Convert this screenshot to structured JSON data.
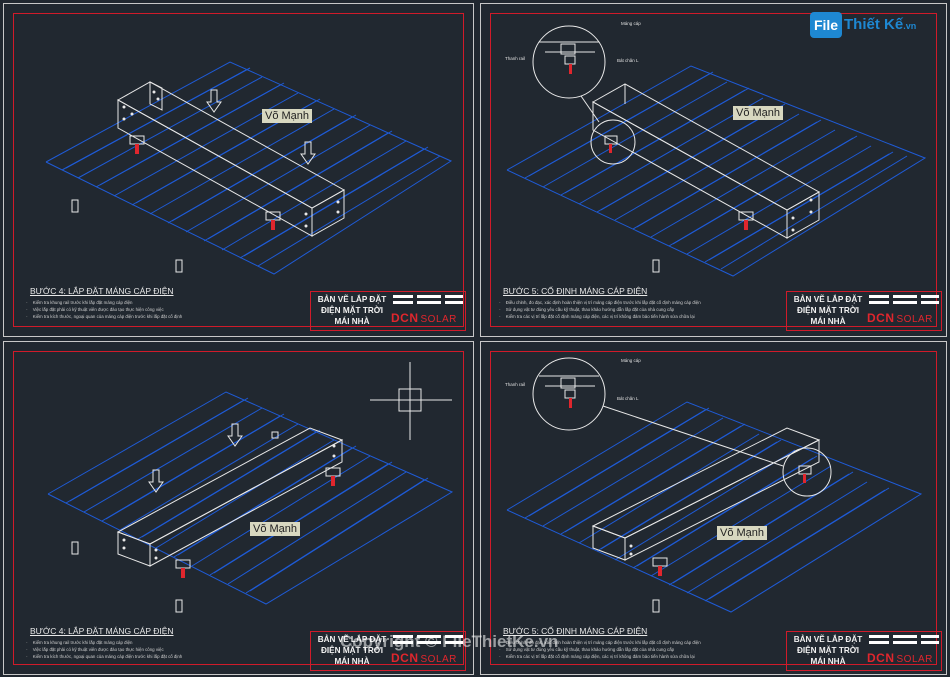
{
  "panels": [
    {
      "step": "BƯỚC 4: LẮP ĐẶT MÁNG CÁP ĐIỆN",
      "notes": [
        "Kiểm tra khung rail trước khi lắp đặt máng cáp điện",
        "Việc lắp đặt phải có kỹ thuật viên được đào tạo thực hiện công việc",
        "Kiểm tra kích thước, ngoại quan của máng cáp điện trước khi lắp đặt cố định"
      ],
      "label": "Võ Mạnh"
    },
    {
      "step": "BƯỚC 5: CỐ ĐỊNH MÁNG CÁP ĐIỆN",
      "notes": [
        "Điều chỉnh, đo đạc, xác định hoàn thiện vị trí máng cáp điện trước khi lắp đặt cố định máng cáp điện",
        "Sử dụng vật tư đúng yêu cầu kỹ thuật, thao khảo hướng dẫn lắp đặt của nhà cung cấp",
        "Kiểm tra các vị trí lắp đặt cố định máng cáp điện, các vị trí không đảm bảo tiến hành sửa chữa lại"
      ],
      "label": "Võ Mạnh",
      "callouts": [
        "Máng cáp",
        "Thanh rail",
        "Bát chân L"
      ]
    },
    {
      "step": "BƯỚC 4: LẮP ĐẶT MÁNG CÁP ĐIỆN",
      "notes": [
        "Kiểm tra khung rail trước khi lắp đặt máng cáp điện",
        "Việc lắp đặt phải có kỹ thuật viên được đào tạo thực hiện công việc",
        "Kiểm tra kích thước, ngoại quan của máng cáp điện trước khi lắp đặt cố định"
      ],
      "label": "Võ Mạnh"
    },
    {
      "step": "BƯỚC 5: CỐ ĐỊNH MÁNG CÁP ĐIỆN",
      "notes": [
        "Điều chỉnh, đo đạc, xác định hoàn thiện vị trí máng cáp điện trước khi lắp đặt cố định máng cáp điện",
        "Sử dụng vật tư đúng yêu cầu kỹ thuật, thao khảo hướng dẫn lắp đặt của nhà cung cấp",
        "Kiểm tra các vị trí lắp đặt cố định máng cáp điện, các vị trí không đảm bảo tiến hành sửa chữa lại"
      ],
      "label": "Võ Mạnh",
      "callouts": [
        "Máng cáp",
        "Thanh rail",
        "Bát chân L"
      ]
    }
  ],
  "title_block": {
    "line1": "BẢN VẼ LẮP ĐẶT",
    "line2": "ĐIỆN MẶT TRỜI",
    "line3": "MÁI NHÀ",
    "brand": "DCN",
    "brand2": "SOLAR"
  },
  "watermark": {
    "file": "File",
    "name": "Thiết Kế",
    "tld": ".vn",
    "copyright": "Copyright © FileThietKe.vn"
  },
  "colors": {
    "background": "#212830",
    "frame_red": "#d01b2a",
    "roof_blue": "#1f5bd6",
    "drawing_white": "#e8e8e8",
    "bracket_red": "#e0262d"
  }
}
